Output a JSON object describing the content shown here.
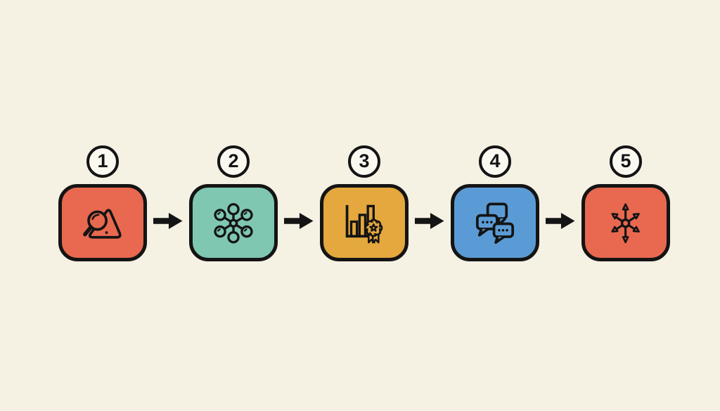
{
  "diagram": {
    "type": "process-flow",
    "background_color": "#F5F1E3",
    "line_color": "#141414",
    "badge_fill": "#FBF8F0",
    "steps": [
      {
        "number": "1",
        "box_color": "#E8694F",
        "icon": "magnifier-triangle-icon"
      },
      {
        "number": "2",
        "box_color": "#7FC7B1",
        "icon": "network-hub-icon"
      },
      {
        "number": "3",
        "box_color": "#E4A83E",
        "icon": "bar-chart-award-icon"
      },
      {
        "number": "4",
        "box_color": "#5B9BD5",
        "icon": "chat-bubbles-icon"
      },
      {
        "number": "5",
        "box_color": "#E8694F",
        "icon": "radiating-arrows-icon"
      }
    ],
    "connectors": {
      "count": 4,
      "shape": "right-arrow",
      "color": "#141414"
    }
  }
}
